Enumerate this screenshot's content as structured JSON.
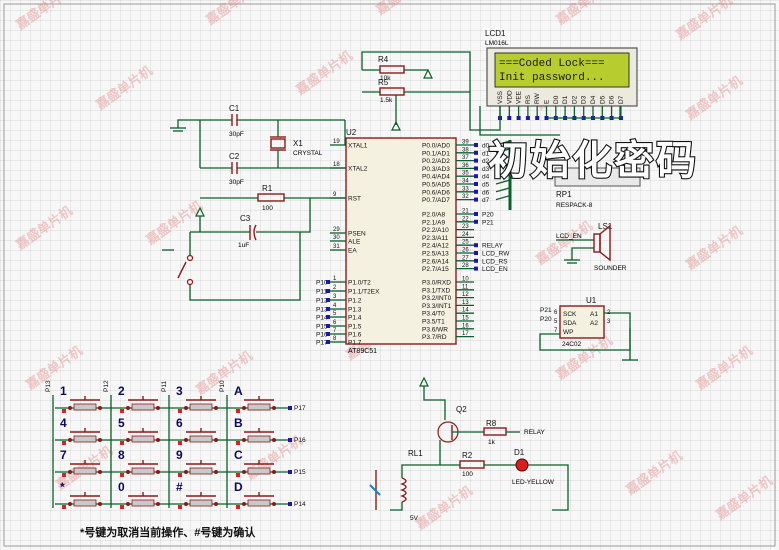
{
  "lcd": {
    "ref": "LCD1",
    "model": "LM016L",
    "line1": "===Coded Lock===",
    "line2": "Init password...",
    "pins": [
      "VSS",
      "VDD",
      "VEE",
      "RS",
      "RW",
      "E",
      "D0",
      "D1",
      "D2",
      "D3",
      "D4",
      "D5",
      "D6",
      "D7"
    ]
  },
  "overlay_title": "初始化密码",
  "mcu": {
    "ref": "U2",
    "model": "AT89C51",
    "left_pins": [
      {
        "num": "19",
        "name": "XTAL1"
      },
      {
        "num": "18",
        "name": "XTAL2"
      },
      {
        "num": "9",
        "name": "RST"
      },
      {
        "num": "29",
        "name": "PSEN"
      },
      {
        "num": "30",
        "name": "ALE"
      },
      {
        "num": "31",
        "name": "EA"
      },
      {
        "num": "1",
        "name": "P1.0/T2",
        "net": "P10"
      },
      {
        "num": "2",
        "name": "P1.1/T2EX",
        "net": "P11"
      },
      {
        "num": "3",
        "name": "P1.2",
        "net": "P12"
      },
      {
        "num": "4",
        "name": "P1.3",
        "net": "P13"
      },
      {
        "num": "5",
        "name": "P1.4",
        "net": "P14"
      },
      {
        "num": "6",
        "name": "P1.5",
        "net": "P15"
      },
      {
        "num": "7",
        "name": "P1.6",
        "net": "P16"
      },
      {
        "num": "8",
        "name": "P1.7",
        "net": "P17"
      }
    ],
    "right_pins": [
      {
        "num": "39",
        "name": "P0.0/AD0",
        "net": "d0"
      },
      {
        "num": "38",
        "name": "P0.1/AD1",
        "net": "d1"
      },
      {
        "num": "37",
        "name": "P0.2/AD2",
        "net": "d2"
      },
      {
        "num": "36",
        "name": "P0.3/AD3",
        "net": "d3"
      },
      {
        "num": "35",
        "name": "P0.4/AD4",
        "net": "d4"
      },
      {
        "num": "34",
        "name": "P0.5/AD5",
        "net": "d5"
      },
      {
        "num": "33",
        "name": "P0.6/AD6",
        "net": "d6"
      },
      {
        "num": "32",
        "name": "P0.7/AD7",
        "net": "d7"
      },
      {
        "num": "21",
        "name": "P2.0/A8",
        "net": "P20"
      },
      {
        "num": "22",
        "name": "P2.1/A9",
        "net": "P21"
      },
      {
        "num": "23",
        "name": "P2.2/A10",
        "net": ""
      },
      {
        "num": "24",
        "name": "P2.3/A11",
        "net": ""
      },
      {
        "num": "25",
        "name": "P2.4/A12",
        "net": "RELAY"
      },
      {
        "num": "26",
        "name": "P2.5/A13",
        "net": "LCD_RW"
      },
      {
        "num": "27",
        "name": "P2.6/A14",
        "net": "LCD_RS"
      },
      {
        "num": "28",
        "name": "P2.7/A15",
        "net": "LCD_EN"
      },
      {
        "num": "10",
        "name": "P3.0/RXD",
        "net": ""
      },
      {
        "num": "11",
        "name": "P3.1/TXD",
        "net": ""
      },
      {
        "num": "12",
        "name": "P3.2/INT0",
        "net": ""
      },
      {
        "num": "13",
        "name": "P3.3/INT1",
        "net": ""
      },
      {
        "num": "14",
        "name": "P3.4/T0",
        "net": ""
      },
      {
        "num": "15",
        "name": "P3.5/T1",
        "net": ""
      },
      {
        "num": "16",
        "name": "P3.6/WR",
        "net": ""
      },
      {
        "num": "17",
        "name": "P3.7/RD",
        "net": ""
      }
    ]
  },
  "components": {
    "c1": {
      "ref": "C1",
      "value": "30pF"
    },
    "c2": {
      "ref": "C2",
      "value": "30pF"
    },
    "x1": {
      "ref": "X1",
      "value": "CRYSTAL"
    },
    "r1": {
      "ref": "R1",
      "value": "100"
    },
    "c3": {
      "ref": "C3",
      "value": "1uF"
    },
    "r4": {
      "ref": "R4",
      "value": "10k"
    },
    "r5": {
      "ref": "R5",
      "value": "1.5k"
    },
    "rp1": {
      "ref": "RP1",
      "value": "RESPACK-8"
    },
    "ls1": {
      "ref": "LS1",
      "value": "SOUNDER",
      "net": "LCD_EN"
    },
    "u1": {
      "ref": "U1",
      "model": "24C02",
      "pins": [
        "SCK",
        "SDA",
        "WP",
        "A1",
        "A2"
      ],
      "nets": [
        "P21",
        "P20"
      ],
      "nums": [
        "6",
        "5",
        "7",
        "2",
        "3"
      ]
    },
    "q2": {
      "ref": "Q2"
    },
    "r8": {
      "ref": "R8",
      "value": "1k",
      "net": "RELAY"
    },
    "r2": {
      "ref": "R2",
      "value": "100"
    },
    "d1": {
      "ref": "D1",
      "value": "LED-YELLOW"
    },
    "rl1": {
      "ref": "RL1",
      "value": "5V"
    }
  },
  "keypad": {
    "row_nets": [
      "P13",
      "P12",
      "P11",
      "P10"
    ],
    "col_nets": [
      "P17",
      "P16",
      "P15",
      "P14"
    ],
    "keys": [
      [
        "1",
        "2",
        "3",
        "A"
      ],
      [
        "4",
        "5",
        "6",
        "B"
      ],
      [
        "7",
        "8",
        "9",
        "C"
      ],
      [
        "*",
        "0",
        "#",
        "D"
      ]
    ]
  },
  "note": "*号键为取消当前操作、#号键为确认",
  "watermark": "嘉盛单片机",
  "colors": {
    "wire": "#0b5f2a",
    "component": "#8b1a1a",
    "lcd_screen": "#b7cc2e",
    "lcd_text": "#1a1a1a",
    "overlay_text": "#ffffff",
    "note_text": "#111111"
  }
}
